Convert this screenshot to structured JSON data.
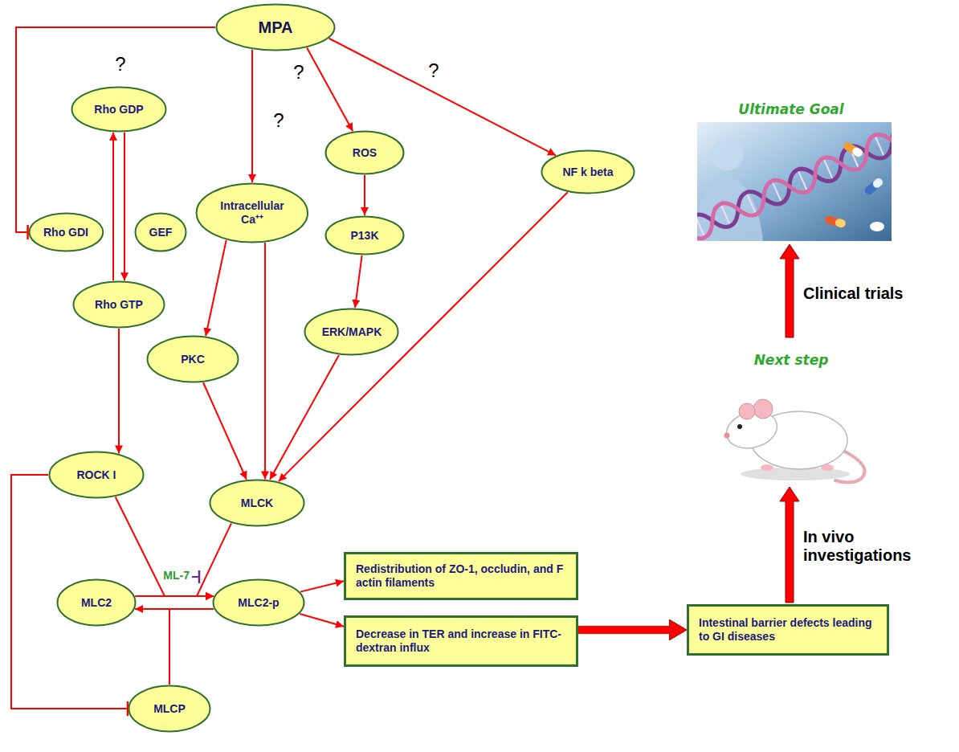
{
  "diagram": {
    "nodes": [
      {
        "text": [
          "MPA"
        ]
      },
      {
        "text": [
          "Rho GDP"
        ]
      },
      {
        "text": [
          "ROS"
        ]
      },
      {
        "text": [
          "NF k beta"
        ]
      },
      {
        "text": [
          "Intracellular Ca⁺⁺"
        ]
      },
      {
        "text": [
          "Rho GDI"
        ]
      },
      {
        "text": [
          "GEF"
        ]
      },
      {
        "text": [
          "P13K"
        ]
      },
      {
        "text": [
          "Rho GTP"
        ]
      },
      {
        "text": [
          "ERK/MAPK"
        ]
      },
      {
        "text": [
          "PKC"
        ]
      },
      {
        "text": [
          "ROCK I"
        ]
      },
      {
        "text": [
          "MLCK"
        ]
      },
      {
        "text": [
          "Redistribution of ZO-1, occludin, and F actin filaments"
        ]
      },
      {
        "text": [
          "MLC2"
        ]
      },
      {
        "text": [
          "MLC2-p"
        ]
      },
      {
        "text": [
          "Intestinal barrier defects leading to GI diseases"
        ]
      },
      {
        "text": [
          "Decrease in TER and increase in FITC-dextran influx"
        ]
      },
      {
        "text": [
          "MLCP"
        ]
      }
    ],
    "edges": [
      {
        "from": 0,
        "to": 5,
        "arrow": "to"
      },
      {
        "from": 0,
        "to": 4,
        "arrow": "to"
      },
      {
        "from": 0,
        "to": 2,
        "arrow": "to"
      },
      {
        "from": 0,
        "to": 3,
        "arrow": "to"
      },
      {
        "from": 1,
        "to": 8,
        "arrow": "to"
      },
      {
        "from": 8,
        "to": 1,
        "arrow": "to"
      },
      {
        "from": 8,
        "to": 11,
        "arrow": "to"
      },
      {
        "from": 4,
        "to": 10,
        "arrow": "to"
      },
      {
        "from": 4,
        "to": 12,
        "arrow": "to"
      },
      {
        "from": 2,
        "to": 7,
        "arrow": "to"
      },
      {
        "from": 7,
        "to": 9,
        "arrow": "to"
      },
      {
        "from": 10,
        "to": 12,
        "arrow": "to"
      },
      {
        "from": 9,
        "to": 12,
        "arrow": "to"
      },
      {
        "from": 3,
        "to": 12,
        "arrow": "to"
      },
      {
        "from": 11,
        "to": 18,
        "arrow": "to"
      },
      {
        "from": 11,
        "to": 15,
        "arrow": "to"
      },
      {
        "from": 12,
        "to": 15,
        "arrow": "to"
      },
      {
        "from": 14,
        "to": 15,
        "arrow": "to"
      },
      {
        "from": 15,
        "to": 14,
        "arrow": "none"
      },
      {
        "from": 18,
        "to": 14,
        "arrow": "to"
      },
      {
        "from": 15,
        "to": 13,
        "arrow": "to"
      },
      {
        "from": 15,
        "to": 17,
        "arrow": "to"
      },
      {
        "from": 17,
        "to": 16,
        "arrow": "to"
      }
    ],
    "labels": [
      "?",
      "?",
      "?",
      "?",
      "ML-7",
      "Ultimate Goal",
      "Next step",
      "In vivo investigations",
      "Clinical trials"
    ]
  }
}
